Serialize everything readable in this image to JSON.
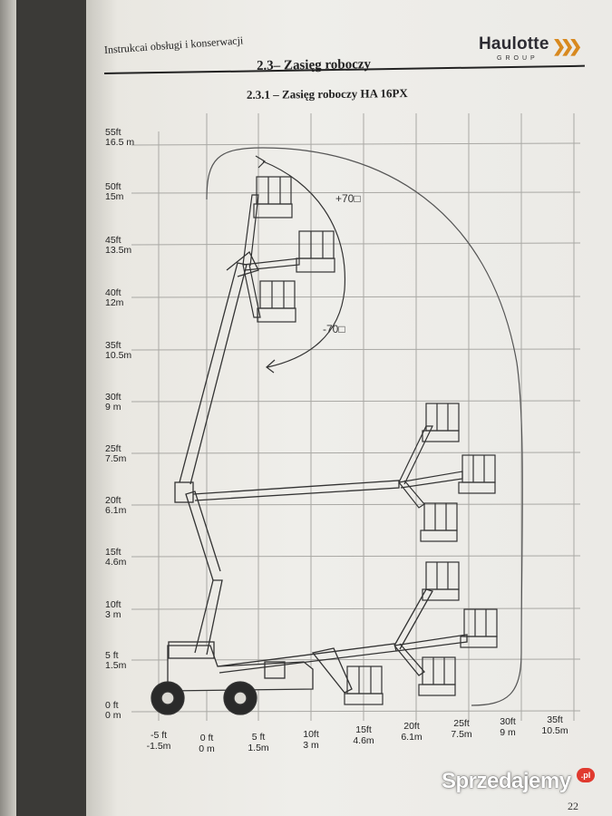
{
  "header": {
    "manual_title": "Instrukcai obsługi i konserwacji",
    "brand": "Haulotte",
    "brand_group": "GROUP",
    "brand_chevrons": "❯❯❯"
  },
  "section": {
    "title": "2.3– Zasięg roboczy",
    "subtitle": "2.3.1  – Zasięg roboczy HA 16PX"
  },
  "diagram": {
    "y_axis": [
      {
        "ft": "55ft",
        "m": "16.5 m"
      },
      {
        "ft": "50ft",
        "m": "15m"
      },
      {
        "ft": "45ft",
        "m": "13.5m"
      },
      {
        "ft": "40ft",
        "m": "12m"
      },
      {
        "ft": "35ft",
        "m": "10.5m"
      },
      {
        "ft": "30ft",
        "m": "9 m"
      },
      {
        "ft": "25ft",
        "m": "7.5m"
      },
      {
        "ft": "20ft",
        "m": "6.1m"
      },
      {
        "ft": "15ft",
        "m": "4.6m"
      },
      {
        "ft": "10ft",
        "m": "3 m"
      },
      {
        "ft": "5 ft",
        "m": "1.5m"
      },
      {
        "ft": "0 ft",
        "m": "0 m"
      }
    ],
    "x_axis": [
      {
        "ft": "-5 ft",
        "m": "-1.5m"
      },
      {
        "ft": "0 ft",
        "m": "0 m"
      },
      {
        "ft": "5 ft",
        "m": "1.5m"
      },
      {
        "ft": "10ft",
        "m": "3 m"
      },
      {
        "ft": "15ft",
        "m": "4.6m"
      },
      {
        "ft": "20ft",
        "m": "6.1m"
      },
      {
        "ft": "25ft",
        "m": "7.5m"
      },
      {
        "ft": "30ft",
        "m": "9 m"
      },
      {
        "ft": "35ft",
        "m": "10.5m"
      }
    ],
    "jib_angle_up": "+70□",
    "jib_angle_down": "-70□"
  },
  "footer": {
    "page_number": "22",
    "watermark": "Sprzedajemy",
    "watermark_badge": ".pl"
  }
}
